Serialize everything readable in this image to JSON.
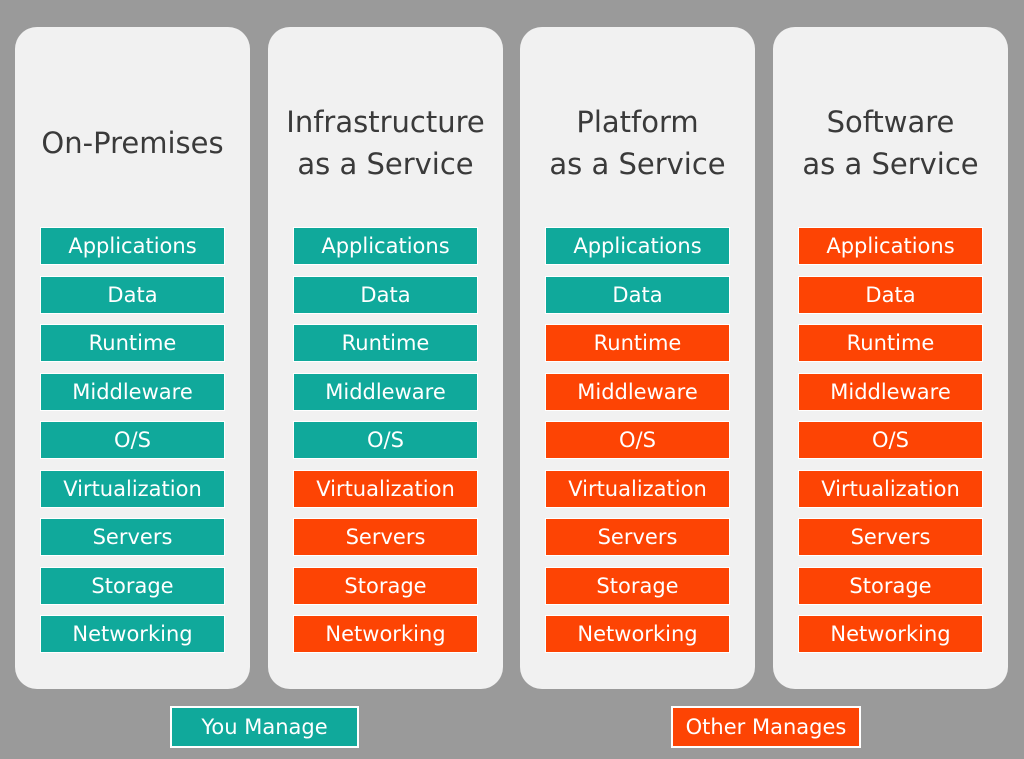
{
  "columns": [
    {
      "title": "On-Premises",
      "layers": [
        {
          "label": "Applications",
          "managed_by": "you"
        },
        {
          "label": "Data",
          "managed_by": "you"
        },
        {
          "label": "Runtime",
          "managed_by": "you"
        },
        {
          "label": "Middleware",
          "managed_by": "you"
        },
        {
          "label": "O/S",
          "managed_by": "you"
        },
        {
          "label": "Virtualization",
          "managed_by": "you"
        },
        {
          "label": "Servers",
          "managed_by": "you"
        },
        {
          "label": "Storage",
          "managed_by": "you"
        },
        {
          "label": "Networking",
          "managed_by": "you"
        }
      ]
    },
    {
      "title": "Infrastructure\nas a Service",
      "layers": [
        {
          "label": "Applications",
          "managed_by": "you"
        },
        {
          "label": "Data",
          "managed_by": "you"
        },
        {
          "label": "Runtime",
          "managed_by": "you"
        },
        {
          "label": "Middleware",
          "managed_by": "you"
        },
        {
          "label": "O/S",
          "managed_by": "you"
        },
        {
          "label": "Virtualization",
          "managed_by": "other"
        },
        {
          "label": "Servers",
          "managed_by": "other"
        },
        {
          "label": "Storage",
          "managed_by": "other"
        },
        {
          "label": "Networking",
          "managed_by": "other"
        }
      ]
    },
    {
      "title": "Platform\nas a Service",
      "layers": [
        {
          "label": "Applications",
          "managed_by": "you"
        },
        {
          "label": "Data",
          "managed_by": "you"
        },
        {
          "label": "Runtime",
          "managed_by": "other"
        },
        {
          "label": "Middleware",
          "managed_by": "other"
        },
        {
          "label": "O/S",
          "managed_by": "other"
        },
        {
          "label": "Virtualization",
          "managed_by": "other"
        },
        {
          "label": "Servers",
          "managed_by": "other"
        },
        {
          "label": "Storage",
          "managed_by": "other"
        },
        {
          "label": "Networking",
          "managed_by": "other"
        }
      ]
    },
    {
      "title": "Software\nas a Service",
      "layers": [
        {
          "label": "Applications",
          "managed_by": "other"
        },
        {
          "label": "Data",
          "managed_by": "other"
        },
        {
          "label": "Runtime",
          "managed_by": "other"
        },
        {
          "label": "Middleware",
          "managed_by": "other"
        },
        {
          "label": "O/S",
          "managed_by": "other"
        },
        {
          "label": "Virtualization",
          "managed_by": "other"
        },
        {
          "label": "Servers",
          "managed_by": "other"
        },
        {
          "label": "Storage",
          "managed_by": "other"
        },
        {
          "label": "Networking",
          "managed_by": "other"
        }
      ]
    }
  ],
  "legend": {
    "you": {
      "label": "You Manage",
      "color": "#10a99b"
    },
    "other": {
      "label": "Other Manages",
      "color": "#fd4404"
    }
  },
  "colors": {
    "background": "#9a9a9a",
    "panel": "#f1f1f1"
  }
}
